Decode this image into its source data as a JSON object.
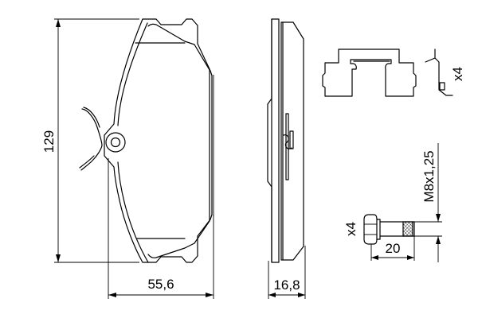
{
  "drawing": {
    "type": "technical drawing - brake pad set",
    "views": {
      "front": {
        "height_label": "129",
        "width_label": "55,6"
      },
      "side": {
        "thickness_label": "16,8"
      },
      "clip": {
        "quantity_label": "x4"
      },
      "bolt": {
        "quantity_label": "x4",
        "thread_label": "M8x1,25",
        "length_label": "20"
      }
    },
    "colors": {
      "line": "#000000",
      "background": "#ffffff"
    }
  }
}
